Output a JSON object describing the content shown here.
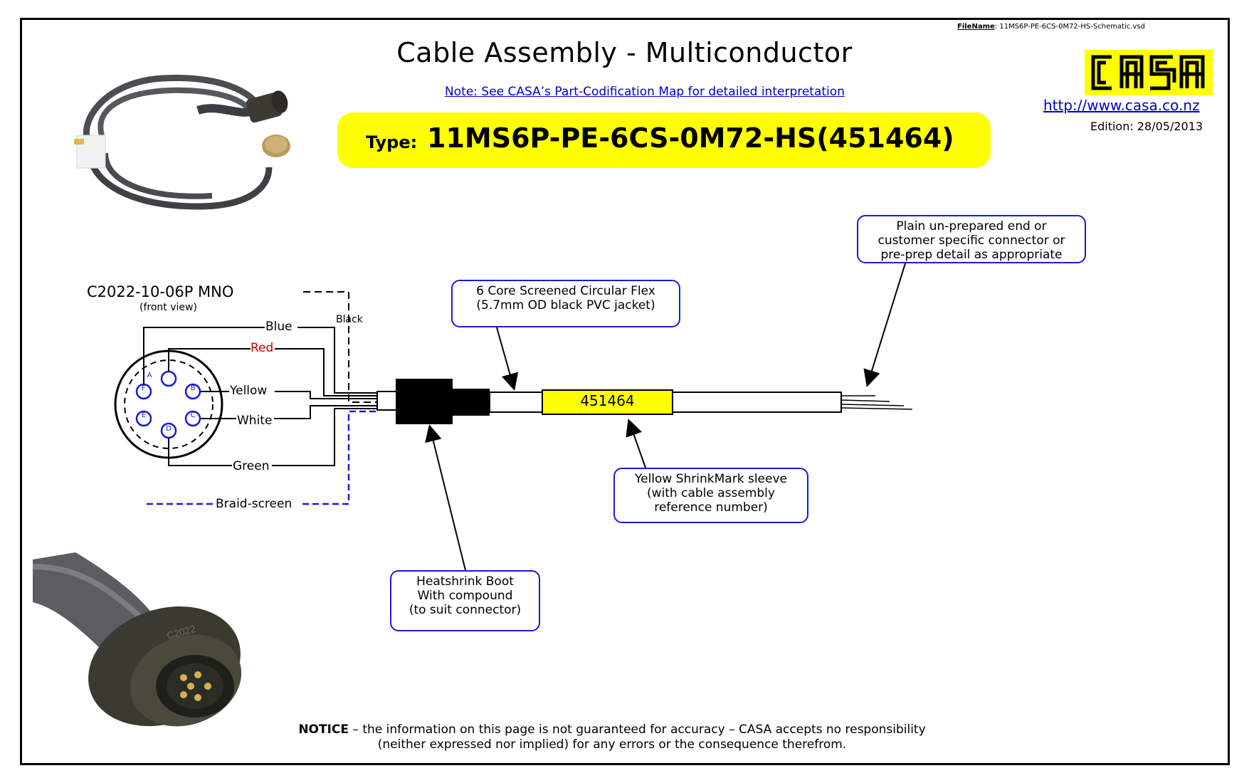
{
  "filename": {
    "label": "FileName",
    "value": ": 11MS6P-PE-6CS-0M72-HS-Schematic.vsd"
  },
  "title": "Cable Assembly - Multiconductor",
  "note_link": "Note: See CASA’s Part-Codification Map for detailed interpretation",
  "type": {
    "label": "Type:",
    "code": "11MS6P-PE-6CS-0M72-HS(451464)"
  },
  "logo": {
    "text": "CASA",
    "color": "#ffff00"
  },
  "url": "http://www.casa.co.nz",
  "edition": "Edition: 28/05/2013",
  "connector": {
    "title": "C2022-10-06P MNO",
    "subtitle": "(front view)",
    "pins": [
      "A",
      "B",
      "C",
      "D",
      "E",
      "F"
    ],
    "wires": [
      {
        "label": "Blue",
        "color": "#000000"
      },
      {
        "label": "Red",
        "color": "#cc0000"
      },
      {
        "label": "Yellow",
        "color": "#000000"
      },
      {
        "label": "White",
        "color": "#000000"
      },
      {
        "label": "Green",
        "color": "#000000"
      },
      {
        "label": "Black",
        "color": "#000000"
      },
      {
        "label": "Braid-screen",
        "color": "#1a1ad6"
      }
    ]
  },
  "sleeve_number": "451464",
  "callouts": {
    "flex": [
      "6 Core Screened Circular Flex",
      "(5.7mm OD black PVC jacket)"
    ],
    "plain_end": [
      "Plain un-prepared end or",
      "customer specific connector or",
      "pre-prep detail as appropriate"
    ],
    "sleeve": [
      "Yellow ShrinkMark sleeve",
      "(with cable assembly",
      "reference number)"
    ],
    "boot": [
      "Heatshrink Boot",
      "With compound",
      "(to suit connector)"
    ]
  },
  "notice": {
    "bold": "NOTICE",
    "line1": " – the information on this page is not guaranteed for accuracy – CASA accepts no responsibility",
    "line2": "(neither expressed nor implied) for any errors or the consequence therefrom."
  },
  "colors": {
    "banner": "#ffff00",
    "link": "#0000cc",
    "callout_border": "#1a1ad6",
    "red_wire": "#cc0000"
  }
}
